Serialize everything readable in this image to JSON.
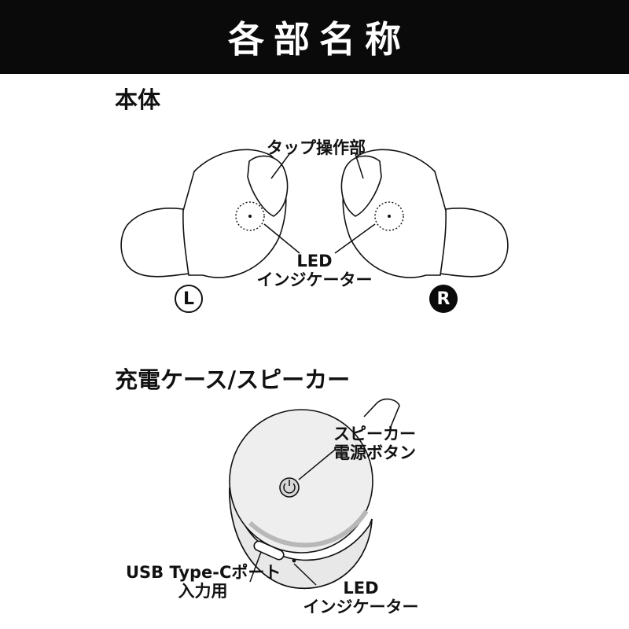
{
  "header": {
    "title": "各部名称"
  },
  "earbuds": {
    "section_title": "本体",
    "tap_label": "タップ操作部",
    "led_label_line1": "LED",
    "led_label_line2": "インジケーター",
    "left_badge": "L",
    "right_badge": "R"
  },
  "case": {
    "section_title": "充電ケース/スピーカー",
    "power_label_line1": "スピーカー",
    "power_label_line2": "電源ボタン",
    "usb_label_line1": "USB Type-Cポート",
    "usb_label_line2": "入力用",
    "led_label_line1": "LED",
    "led_label_line2": "インジケーター"
  }
}
